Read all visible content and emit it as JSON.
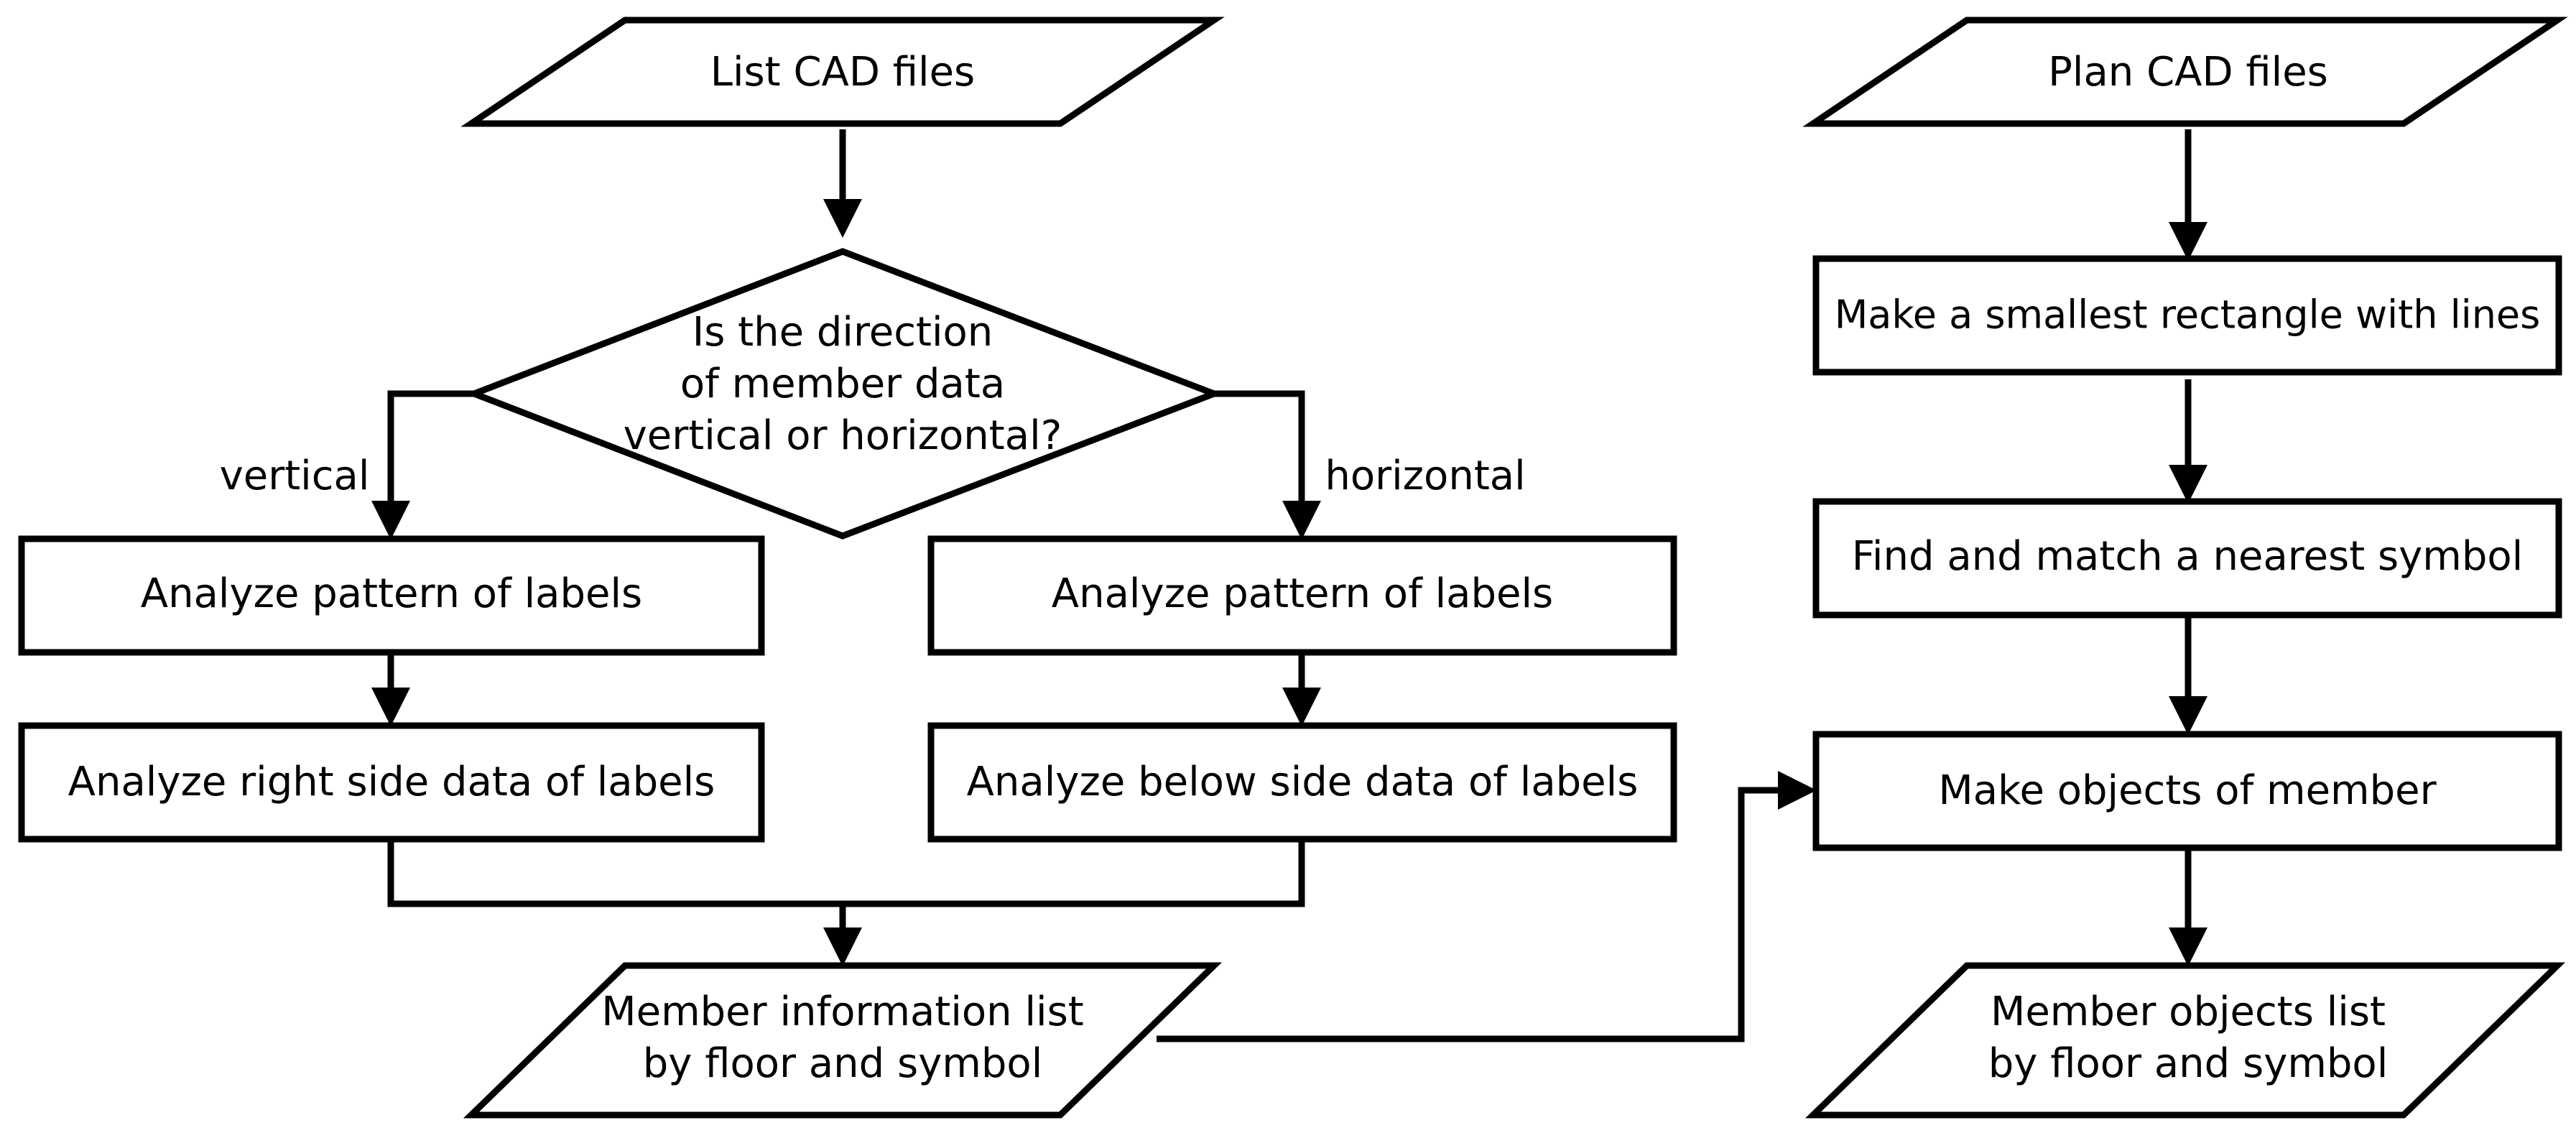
{
  "nodes": {
    "list_cad": "List CAD files",
    "direction_decision": [
      "Is the direction",
      "of member data",
      "vertical or horizontal?"
    ],
    "pattern_left": "Analyze pattern of labels",
    "pattern_right": "Analyze pattern of labels",
    "right_side": "Analyze right side data of labels",
    "below_side": "Analyze below side data of labels",
    "member_info": [
      "Member information list",
      "by floor and symbol"
    ],
    "plan_cad": "Plan CAD files",
    "smallest_rect": "Make a smallest rectangle with lines",
    "nearest_symbol": "Find and match a nearest symbol",
    "make_objects": "Make objects of member",
    "member_objects": [
      "Member objects list",
      "by floor and symbol"
    ]
  },
  "edges": {
    "vertical": "vertical",
    "horizontal": "horizontal"
  }
}
